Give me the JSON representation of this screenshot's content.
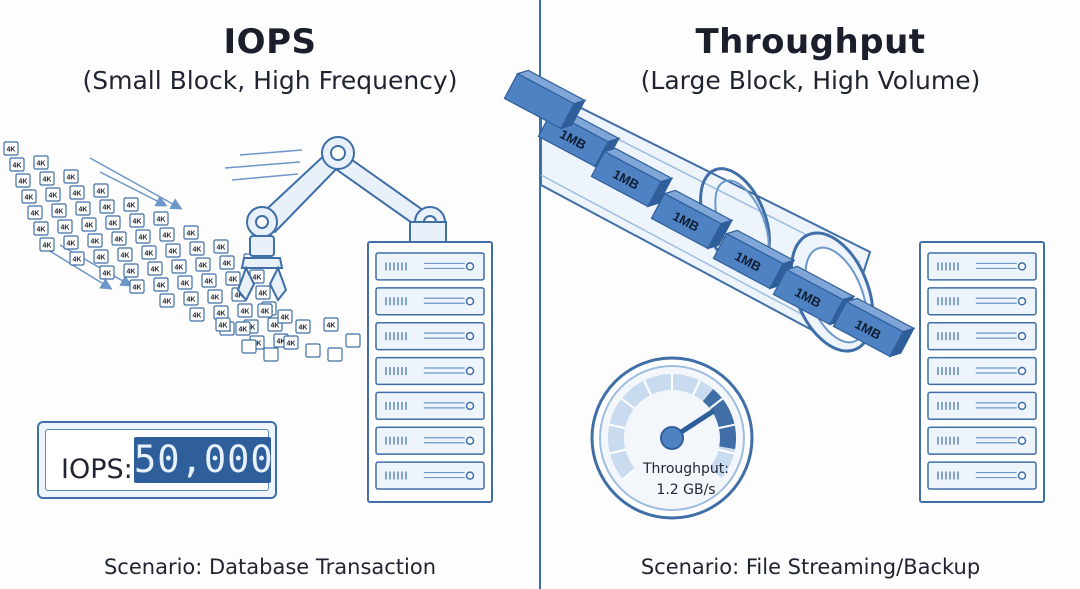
{
  "left": {
    "title": "IOPS",
    "subtitle": "(Small Block, High Frequency)",
    "block_label": "4K",
    "counter": {
      "label": "IOPS:",
      "value": "50,000"
    },
    "caption": "Scenario: Database Transaction"
  },
  "right": {
    "title": "Throughput",
    "subtitle": "(Large Block, High Volume)",
    "block_label": "1MB",
    "gauge": {
      "label": "Throughput:",
      "value": "1.2 GB/s"
    },
    "caption": "Scenario: File Streaming/Backup"
  },
  "colors": {
    "accent": "#3f6fa6",
    "block": "#4f82c2",
    "light": "#e8f0f9",
    "dark": "#2f5f9a"
  }
}
